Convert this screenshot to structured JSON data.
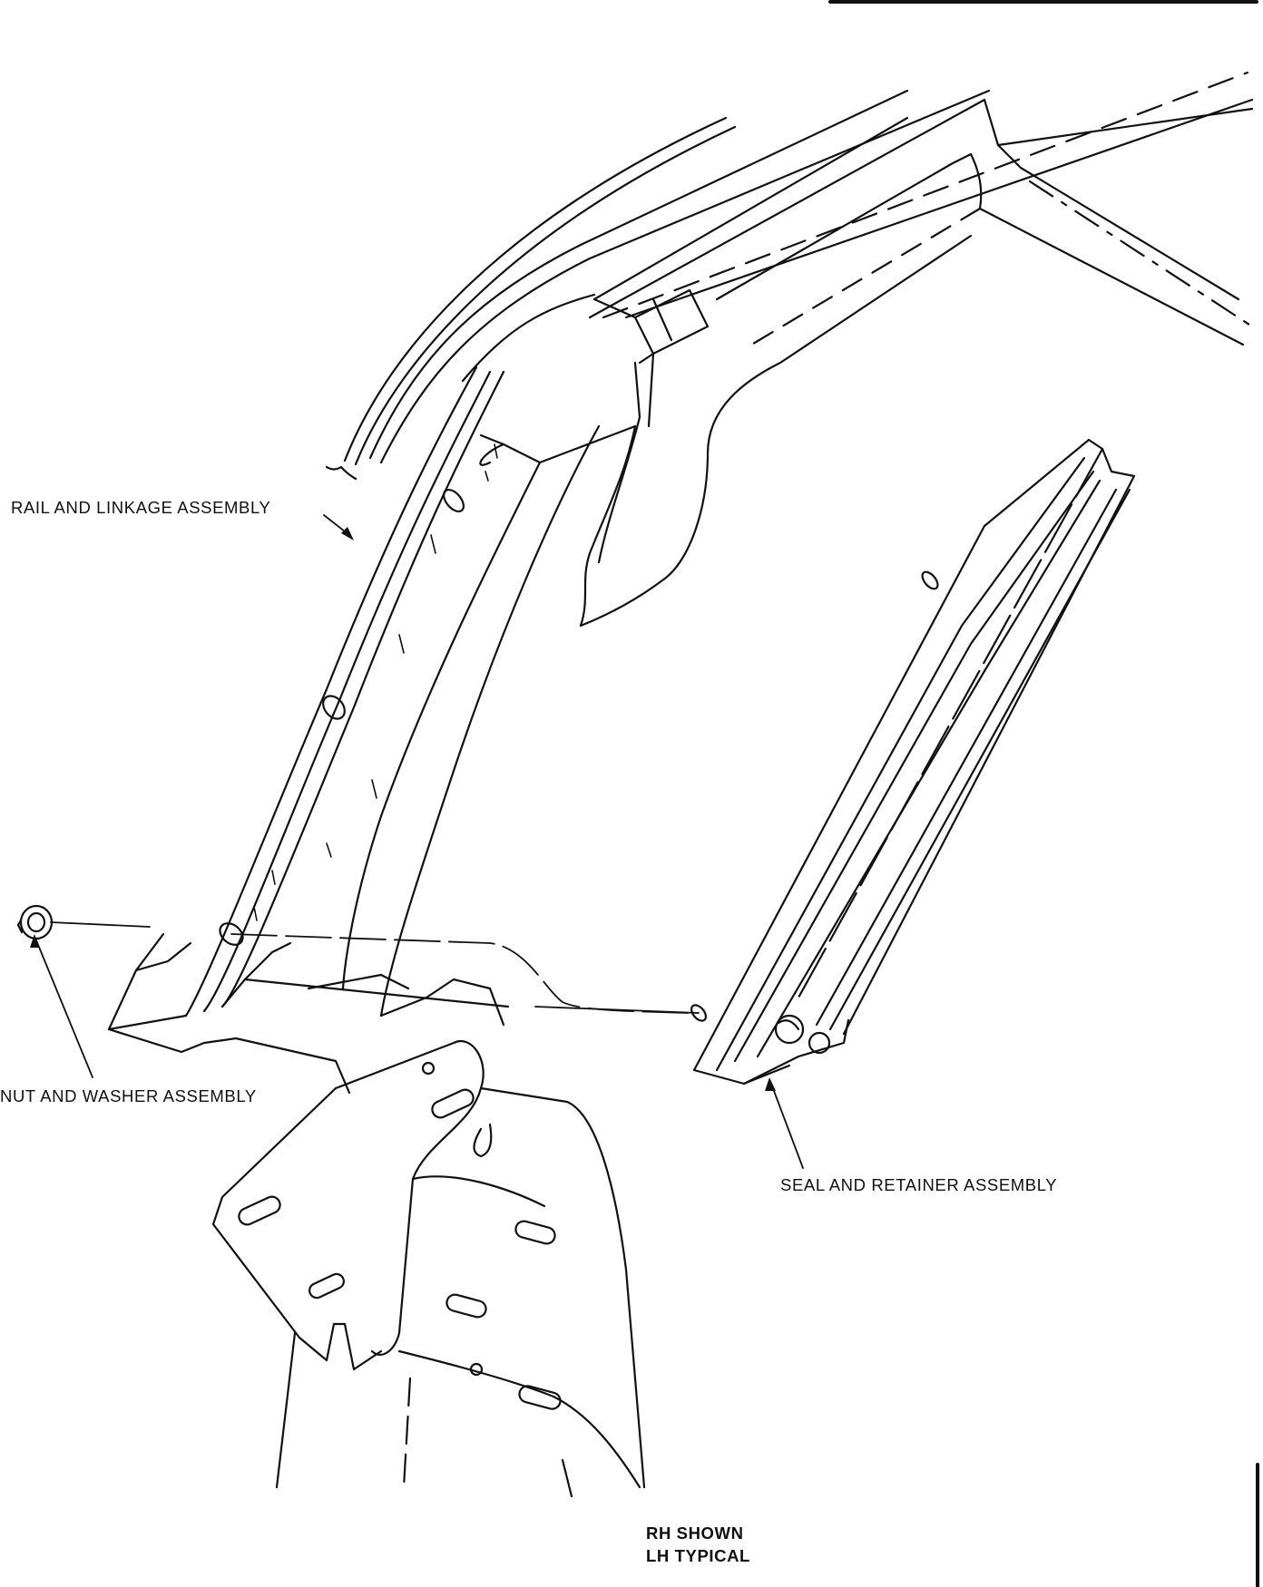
{
  "labels": {
    "rail_linkage": "RAIL AND LINKAGE ASSEMBLY",
    "nut_washer": "NUT AND WASHER ASSEMBLY",
    "seal_retainer": "SEAL AND RETAINER ASSEMBLY"
  },
  "note": {
    "line1": "RH SHOWN",
    "line2": "LH TYPICAL"
  },
  "colors": {
    "ink": "#111111",
    "paper": "#ffffff"
  }
}
